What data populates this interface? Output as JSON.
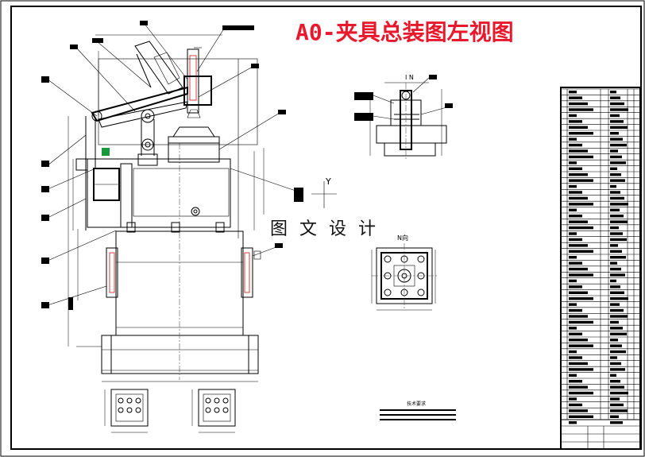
{
  "title": "A0-夹具总装图左视图",
  "watermark": "图 文 设 计",
  "axis_marker": "Y",
  "view_labels": {
    "top_detail": "I N",
    "bottom_detail": "N向"
  },
  "tech_note": "技术要求",
  "colors": {
    "title": "#e8192c",
    "lines": "#000000",
    "highlight_red": "#d01010",
    "highlight_green": "#1a9a3a"
  },
  "parts_list_rows": 56
}
